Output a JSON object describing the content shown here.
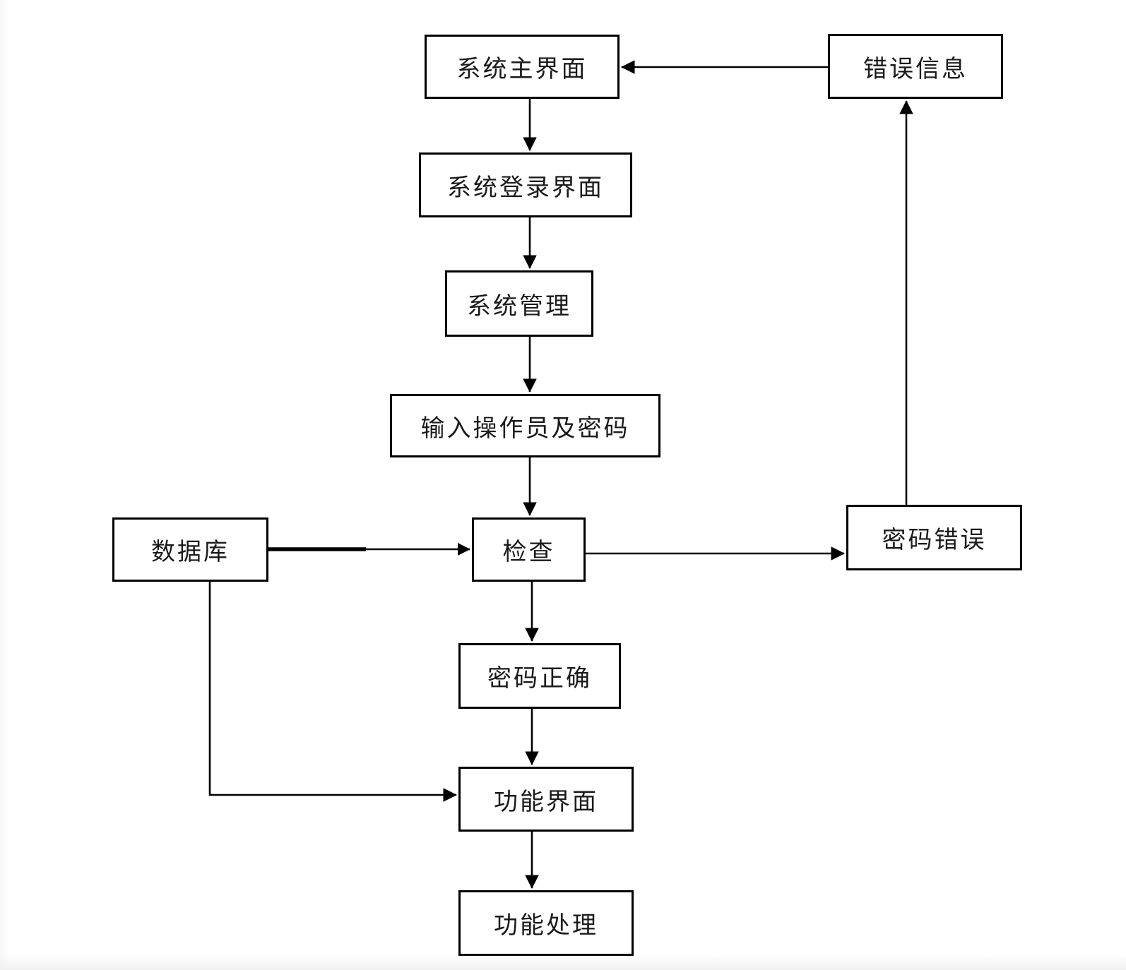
{
  "diagram": {
    "colors": {
      "line": "#000000",
      "text": "#1a1a1a",
      "node_fill": "#ffffff",
      "background": "#ffffff"
    },
    "nodes": [
      {
        "id": "system-main-ui",
        "label": "系统主界面"
      },
      {
        "id": "error-info",
        "label": "错误信息"
      },
      {
        "id": "system-login-ui",
        "label": "系统登录界面"
      },
      {
        "id": "system-management",
        "label": "系统管理"
      },
      {
        "id": "input-operator-password",
        "label": "输入操作员及密码"
      },
      {
        "id": "database",
        "label": "数据库"
      },
      {
        "id": "check",
        "label": "检查"
      },
      {
        "id": "password-error",
        "label": "密码错误"
      },
      {
        "id": "password-correct",
        "label": "密码正确"
      },
      {
        "id": "function-ui",
        "label": "功能界面"
      },
      {
        "id": "function-processing",
        "label": "功能处理"
      }
    ],
    "edges": [
      {
        "from": "system-main-ui",
        "to": "system-login-ui"
      },
      {
        "from": "error-info",
        "to": "system-main-ui"
      },
      {
        "from": "system-login-ui",
        "to": "system-management"
      },
      {
        "from": "system-management",
        "to": "input-operator-password"
      },
      {
        "from": "input-operator-password",
        "to": "check"
      },
      {
        "from": "database",
        "to": "check"
      },
      {
        "from": "check",
        "to": "password-error"
      },
      {
        "from": "password-error",
        "to": "error-info"
      },
      {
        "from": "check",
        "to": "password-correct"
      },
      {
        "from": "password-correct",
        "to": "function-ui"
      },
      {
        "from": "database",
        "to": "function-ui"
      },
      {
        "from": "function-ui",
        "to": "function-processing"
      }
    ]
  }
}
